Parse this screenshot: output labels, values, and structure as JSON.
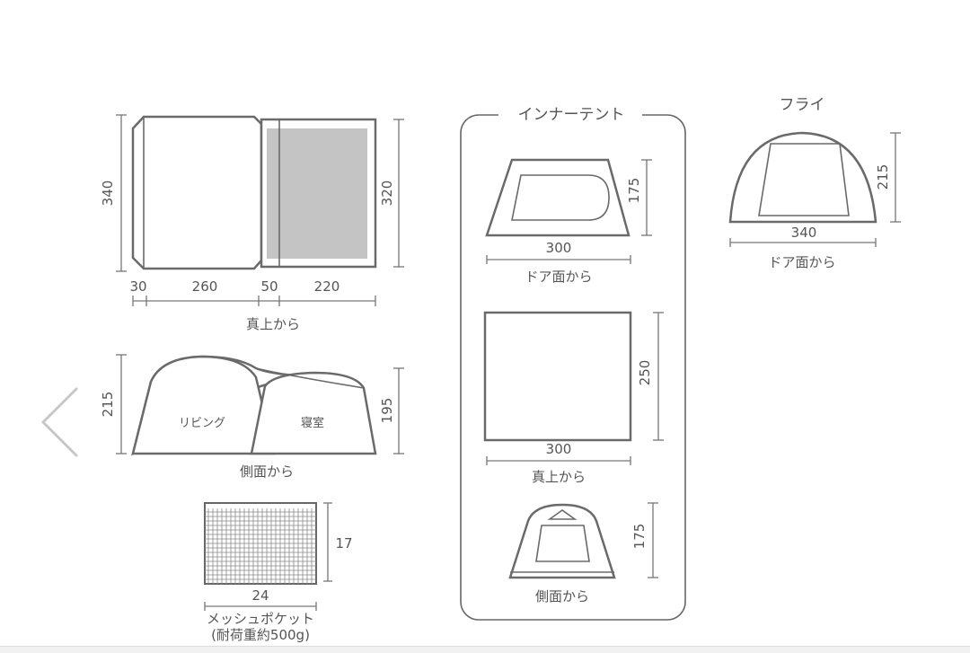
{
  "carousel": {
    "prev_icon": "chevron-left-icon",
    "arrow_color": "#c8c8c8"
  },
  "top_view": {
    "width_label": "340",
    "depth_label": "320",
    "segments": [
      "30",
      "260",
      "50",
      "220"
    ],
    "caption": "真上から",
    "bedroom_fill": "#c4c4c4"
  },
  "side_view": {
    "height_living": "215",
    "height_bedroom": "195",
    "living_label": "リビング",
    "bedroom_label": "寝室",
    "caption": "側面から"
  },
  "mesh_pocket": {
    "height": "17",
    "width": "24",
    "caption": "メッシュポケット",
    "load": "(耐荷重約500g)"
  },
  "inner_tent": {
    "title": "インナーテント",
    "door": {
      "height": "175",
      "width": "300",
      "caption": "ドア面から"
    },
    "top": {
      "depth": "250",
      "width": "300",
      "caption": "真上から"
    },
    "side": {
      "height": "175",
      "caption": "側面から"
    }
  },
  "fly": {
    "title": "フライ",
    "height": "215",
    "width": "340",
    "caption": "ドア面から"
  }
}
